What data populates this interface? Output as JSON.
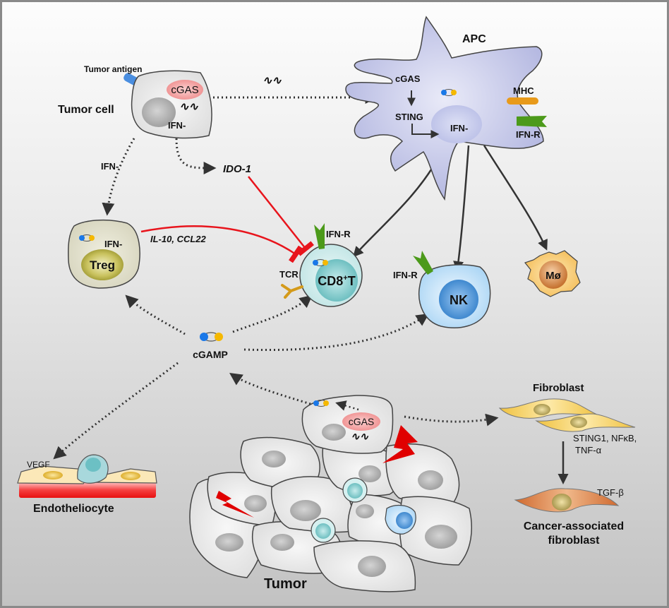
{
  "figure": {
    "type": "cGAS-STING signaling in tumor microenvironment",
    "colors": {
      "tumor_cell": "#e6e6e6",
      "apc": "#c3c6e8",
      "cgas_bubble": "#f2a0a0",
      "inhibition": "#e8141c",
      "ifn_receptor": "#4c9a1a",
      "mhc": "#e89a1a",
      "cgamp_blue": "#1a78e8",
      "cgamp_yellow": "#f5b800",
      "treg": "#b5b04a",
      "cd8t": "#7ccaca",
      "nk": "#5a9ad8",
      "macrophage": "#f5c060",
      "fibroblast": "#f0c040",
      "caf": "#d07a40",
      "vessel": "#f03030"
    }
  },
  "labels": {
    "tumor_antigen": "Tumor antigen",
    "tumor_cell": "Tumor cell",
    "tumor_cgas": "cGAS",
    "tumor_ifn": "IFN-",
    "apc": "APC",
    "apc_cgas": "cGAS",
    "apc_sting": "STING",
    "apc_ifn": "IFN-",
    "mhc": "MHC",
    "apc_ifnr": "IFN-R",
    "ifn_to_treg": "IFN-",
    "ido1": "IDO-1",
    "treg_ifn": "IFN-",
    "treg": "Treg",
    "il10_ccl22": "IL-10, CCL22",
    "cd8_ifnr": "IFN-R",
    "tcr": "TCR",
    "cd8t_main": "CD8",
    "cd8t_sup": "+",
    "cd8t_tail": "T",
    "nk_ifnr": "IFN-R",
    "nk": "NK",
    "macrophage": "Mø",
    "cgamp": "cGAMP",
    "fibroblast": "Fibroblast",
    "fibroblast_factors_1": "STING1, NFκB,",
    "fibroblast_factors_2": "TNF-α",
    "tgf": "TGF-β",
    "caf_1": "Cancer-associated",
    "caf_2": "fibroblast",
    "vegf": "VEGF",
    "endotheliocyte": "Endotheliocyte",
    "tumor_cgas2": "cGAS",
    "tumor": "Tumor"
  }
}
